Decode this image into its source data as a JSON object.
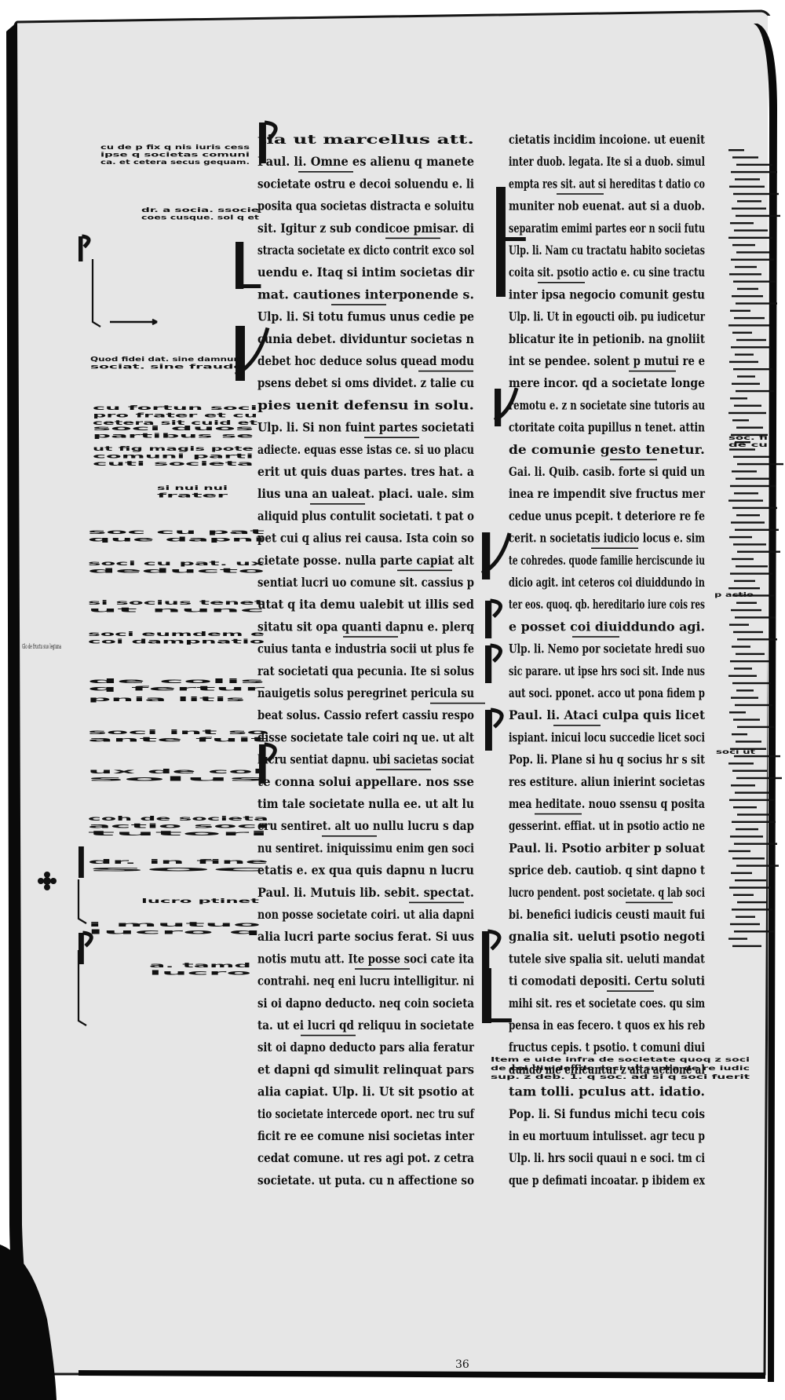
{
  "document": {
    "type": "medieval-manuscript-folio",
    "colors": {
      "page": "#e6e6e6",
      "ink": "#111111",
      "edge": "#161616",
      "binding": "#0a0a0a"
    },
    "main_columns": [
      {
        "lines": [
          "tia ut marcellus att.",
          "Paul. li. Omne es alienu q manete",
          "societate ostru e decoi soluendu e. li",
          "posita qua societas distracta e soluitu",
          "sit. Igitur z sub condicoe pmisar. di",
          "stracta societate ex dicto contrit exco sol",
          "uendu e. Itaq si intim societas dir",
          "mat. cautiones interponende s.",
          "Ulp. li. Si totu fumus unus cedie pe",
          "cunia debet. dividuntur societas n",
          "debet hoc deduce solus quead modu",
          "psens debet si oms dividet. z talie cu",
          "pies uenit defensu in solu.",
          "Ulp. li. Si non fuint partes societati",
          "adiecte. equas esse istas ce. si uo placu",
          "erit ut quis duas partes. tres hat. a",
          "lius una an ualeat. placi. uale. sim",
          "aliquid plus contulit societati. t pat o",
          "pet cui q alius rei causa. Ista coin so",
          "cietate posse. nulla parte capiat alt",
          "sentiat lucri uo comune sit. cassius p",
          "utat q ita demu ualebit ut illis sed",
          "sitatu sit opa quanti dapnu e. plerq",
          "cuius tanta e industria socii ut plus fe",
          "rat societati qua pecunia. Ite si solus",
          "nauigetis solus peregrinet pericula su",
          "beat solus. Cassio refert cassiu respo",
          "disse societate tale coiri nq ue. ut alt",
          "lucru sentiat dapnu. ubi sacietas sociat",
          "te conna solui appellare. nos sse",
          "tim tale societate nulla ee. ut alt lu",
          "cru sentiret. alt uo nullu lucru s dap",
          "nu sentiret. iniquissimu enim gen soci",
          "etatis e. ex qua quis dapnu n lucru",
          "Paul. li. Mutuis lib. sebit. spectat.",
          "non posse societate coiri. ut alia dapni",
          "alia lucri parte socius ferat. Si uus",
          "notis mutu att. Ite posse soci cate ita",
          "contrahi. neq eni lucru intelligitur. ni",
          "si oi dapno deducto. neq coin societa",
          "ta. ut ei lucri qd reliquu in societate",
          "sit oi dapno deducto pars alia feratur",
          "et dapni qd simulit relinquat pars",
          "alia capiat. Ulp. li. Ut sit psotio at",
          "tio societate intercede oport. nec tru suf",
          "ficit re ee comune nisi societas inter",
          "cedat comune. ut res agi pot. z cetra",
          "societate. ut puta. cu n affectione so"
        ]
      },
      {
        "lines": [
          "cietatis incidim incoione. ut euenit",
          "inter duob. legata. Ite si a duob. simul",
          "empta res sit. aut si hereditas t datio co",
          "muniter nob euenat. aut si a duob.",
          "separatim emimi partes eor n socii futu",
          "Ulp. li. Nam cu tractatu habito societas",
          "coita sit. psotio actio e. cu sine tractu",
          "inter ipsa negocio comunit gestu",
          "Ulp. li. Ut in egoucti oib. pu iudicetur",
          "blicatur ite in petionib. na gnoliit",
          "int se pendee. solent p mutui re e",
          "mere incor. qd a societate longe",
          "remotu e. z n societate sine tutoris au",
          "ctoritate coita pupillus n tenet. attin",
          "de comunie gesto tenetur.",
          "Gai. li. Quib. casib. forte si quid un",
          "inea re impendit sive fructus mer",
          "cedue unus pcepit. t deteriore re fe",
          "cerit. n societatis iudicio locus e. sim",
          "te cohredes. quode familie herciscunde iu",
          "dicio agit. int ceteros coi diuiddundo in",
          "ter eos. quoq. qb. hereditario iure cois res",
          "e posset coi diuiddundo agi.",
          "Ulp. li. Nemo por societate hredi suo",
          "sic parare. ut ipse hrs soci sit. Inde nus",
          "aut soci. pponet. acco ut pona fidem p",
          "Paul. li. Ataci culpa quis licet",
          "ispiant. inicui locu succedie licet soci",
          "Pop. li. Plane si hu q socius hr s sit",
          "res estiture. aliun inierint societas",
          "mea heditate. nouo ssensu q posita",
          "gesserint. effiat. ut in psotio actio ne",
          "Paul. li. Psotio arbiter p soluat",
          "sprice deb. cautiob. q sint dapno t",
          "lucro pendent. post societate. q lab soci",
          "bi. benefici iudicis ceusti mauit fui",
          "gnalia sit. ueluti psotio negoti",
          "tutele sive spalia sit. ueluti mandat",
          "ti comodati depositi. Certu soluti",
          "mihi sit. res et societate coes. qu sim",
          "pensa in eas fecero. t quos ex his reb",
          "fructus cepis. t psotio. t comuni diui",
          "dundo me efficuntur z alta actione al",
          "tam tolli. pculus att. idatio.",
          "Pop. li. Si fundus michi tecu cois",
          "in eu mortuum intulisset. agr tecu p",
          "Ulp. li. hrs socii quaui n e soci. tm ci",
          "que p defimati incoatar. p ibidem ex"
        ]
      }
    ],
    "glosses": [
      {
        "lines": [
          "cu de p fix q nis iuris cess",
          "ipse q societas comuni",
          "ca. et cetera secus gequam."
        ]
      },
      {
        "lines": [
          "dr. a socia. ssocie",
          "coes cusque. sol q et"
        ]
      },
      {
        "lines": [
          "Quod fidei dat. sine damnum",
          "sociat. sine fraude"
        ]
      },
      {
        "lines": [
          "cu fortun soci",
          "pro frater et cu",
          "cetera sit cuid et"
        ]
      },
      {
        "lines": [
          "soci duos",
          "partibus se"
        ]
      },
      {
        "lines": [
          "ut fig magis pote",
          "comuni parti",
          "cuti societa"
        ]
      },
      {
        "lines": [
          "si nui nui",
          "frater"
        ]
      },
      {
        "lines": [
          "soc cu pat",
          "que dapni"
        ]
      },
      {
        "lines": [
          "soci cu pat. ux",
          "deducto"
        ]
      },
      {
        "lines": [
          "si socius tenet",
          "ut nunc"
        ]
      },
      {
        "lines": [
          "soci eumdem e",
          "coi dampnatio"
        ]
      },
      {
        "lines": [
          "de colis",
          "q fertur"
        ]
      },
      {
        "lines": [
          "pnia litis"
        ]
      },
      {
        "lines": [
          "soci int so",
          "ante fuit"
        ]
      },
      {
        "lines": [
          "ux de col",
          "solus"
        ]
      },
      {
        "lines": [
          "coh de societa",
          "actio soci",
          "tutori"
        ]
      },
      {
        "lines": [
          "dr. in fine",
          "soc"
        ]
      },
      {
        "lines": [
          "lucro ptinet"
        ]
      },
      {
        "lines": [
          "i mutuo",
          "lucro q"
        ]
      },
      {
        "lines": [
          "a. tamd",
          "lucro"
        ]
      }
    ],
    "right_glosses": [
      {
        "lines": [
          "soc. fi",
          "de cu"
        ]
      },
      {
        "lines": [
          "p actio"
        ]
      },
      {
        "lines": [
          "soci ut"
        ]
      }
    ],
    "left_margin_note": "Glo de fructu suo legiuna",
    "footer_gloss": [
      "Item e uide infra de societate quoq z soci",
      "de coi diuidendo soci ut supra de re iudic",
      "sup. z deb. 1. q soc. ad si q soci fuerit"
    ],
    "folio_number": "36"
  }
}
